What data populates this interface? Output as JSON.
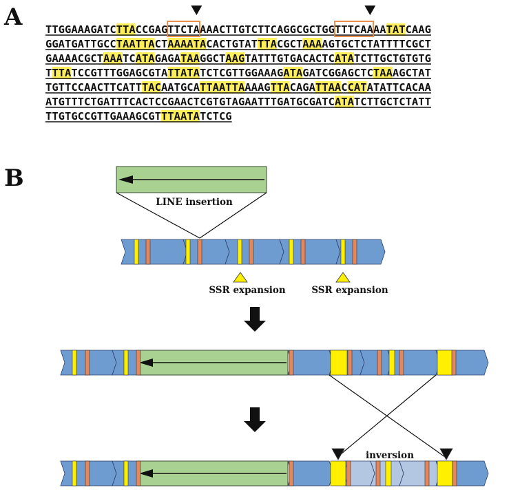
{
  "panel_a": {
    "label": "A",
    "sequence_lines": [
      {
        "text": "TTGGAAAGATCTTACCGAGTTCTAAAACTTGTCTTCAGGCGCTGGTTTCAAAATATCAAG",
        "highlights": [
          [
            11,
            3
          ],
          [
            53,
            3
          ]
        ]
      },
      {
        "text": "GGATGATTGCCTAATTACTAAAATACACTGTATTTACGCTAAAAGTGCTCTATTTTCGCT",
        "highlights": [
          [
            11,
            6
          ],
          [
            19,
            6
          ],
          [
            33,
            3
          ],
          [
            40,
            3
          ]
        ]
      },
      {
        "text": "GAAAACGCTAAATCATAGAGATAAGGCTAAGTATTTGTGACACTCATATCTTGCTGTGTG",
        "highlights": [
          [
            9,
            3
          ],
          [
            14,
            3
          ],
          [
            21,
            3
          ],
          [
            28,
            3
          ],
          [
            45,
            3
          ]
        ]
      },
      {
        "text": "TTTATCCGTTTGGAGCGTATTATATCTCGTTGGAAAGATAGATCGGAGCTCTAAAGCTAT",
        "highlights": [
          [
            1,
            3
          ],
          [
            19,
            5
          ],
          [
            37,
            3
          ],
          [
            51,
            3
          ]
        ]
      },
      {
        "text": "TGTTCCAACTTCATTTACAATGCATTAATTAAAAGTTACAGATTAACCATATATTCACAA",
        "highlights": [
          [
            15,
            3
          ],
          [
            24,
            7
          ],
          [
            35,
            3
          ],
          [
            42,
            4
          ],
          [
            47,
            3
          ]
        ]
      },
      {
        "text": "ATGTTTCTGATTTCACTCCGAACTCGTGTAGAATTTGATGCGATCATATCTTGCTCTATT",
        "highlights": [
          [
            45,
            3
          ]
        ]
      },
      {
        "text": "TTGTGCCGTTGAAAGCGTTTAATATCTCG",
        "highlights": [
          [
            18,
            6
          ]
        ]
      }
    ],
    "boxes": [
      {
        "line": 0,
        "start": 19,
        "length": 5
      },
      {
        "line": 0,
        "start": 45,
        "length": 6
      }
    ],
    "arrowheads": [
      {
        "line": 0,
        "char": 23
      },
      {
        "line": 0,
        "char": 50
      }
    ]
  },
  "panel_b": {
    "label": "B",
    "line_insertion_label": "LINE insertion",
    "ssr_labels": [
      "SSR expansion",
      "SSR expansion"
    ],
    "inversion_label": "inversion"
  },
  "colors": {
    "segment_blue": "#6e9bd0",
    "inverted_blue": "#b3c6e2",
    "line_green": "#a8d192",
    "ssr_yellow": "#ffef00",
    "marker_orange": "#e4875d",
    "highlight_yellow": "#ffef5a",
    "box_orange": "#e8823a",
    "outline": "#1a1a1a"
  }
}
